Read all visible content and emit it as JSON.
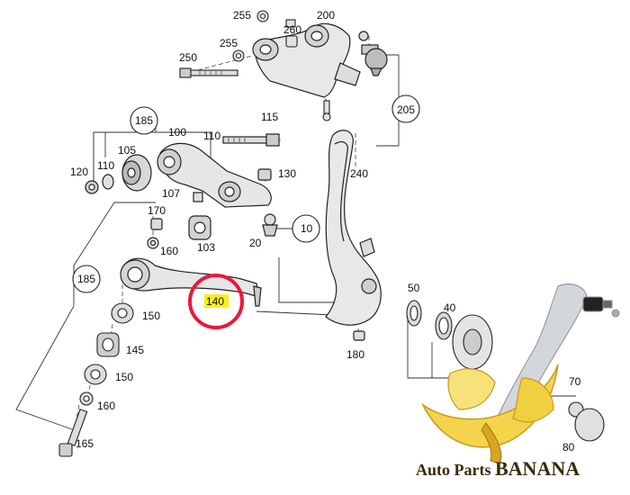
{
  "labels": {
    "l255a": "255",
    "l260": "260",
    "l200": "200",
    "l250": "250",
    "l255b": "255",
    "l185a": "185",
    "l100": "100",
    "l110a": "110",
    "l115": "115",
    "l105": "105",
    "l120": "120",
    "l110b": "110",
    "l130": "130",
    "l205": "205",
    "l240": "240",
    "l107": "107",
    "l170": "170",
    "l103": "103",
    "l20": "20",
    "l10": "10",
    "l160a": "160",
    "l185b": "185",
    "l140": "140",
    "l150a": "150",
    "l145": "145",
    "l150b": "150",
    "l160b": "160",
    "l165": "165",
    "l180": "180",
    "l50": "50",
    "l40": "40",
    "l70": "70",
    "l80": "80"
  },
  "highlight": {
    "part": "140",
    "color": "#e8183c",
    "fill": "#f7f01a"
  },
  "watermark": {
    "text_a": "Auto Parts ",
    "text_b": "BANANA",
    "colors": {
      "text": "#3a2a08",
      "banana": "#f4d44a",
      "banana_dark": "#d9a520",
      "arm": "#c8ccd2"
    }
  },
  "colors": {
    "line": "#222222",
    "part_fill": "#e6e6e6",
    "part_dark": "#9a9a9a",
    "dashed": "#444444"
  }
}
